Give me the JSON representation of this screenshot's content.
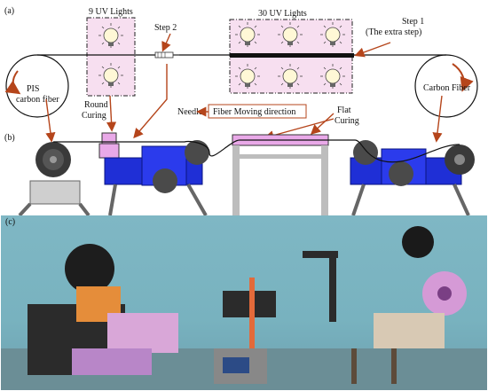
{
  "panels": {
    "a": "(a)",
    "b": "(b)",
    "c": "(c)"
  },
  "labels": {
    "uv9": "9 UV Lights",
    "step2": "Step 2",
    "uv30": "30 UV Lights",
    "step1": "Step 1",
    "step1_sub": "(The extra step)",
    "pis_line1": "PIS",
    "pis_line2": "carbon fiber",
    "round_line1": "Round",
    "round_line2": "Curing",
    "needle": "Needle",
    "fiber_dir": "Fiber Moving direction",
    "flat_line1": "Flat",
    "flat_line2": "Curing",
    "carbon_fiber": "Carbon Fiber"
  },
  "colors": {
    "uv_box": "#f7dff0",
    "bulb": "#ffe59a",
    "blue_body": "#1f2fd6",
    "pink_body": "#e9a9e8",
    "arrow": "#b5451b",
    "fiber": "#111111"
  }
}
